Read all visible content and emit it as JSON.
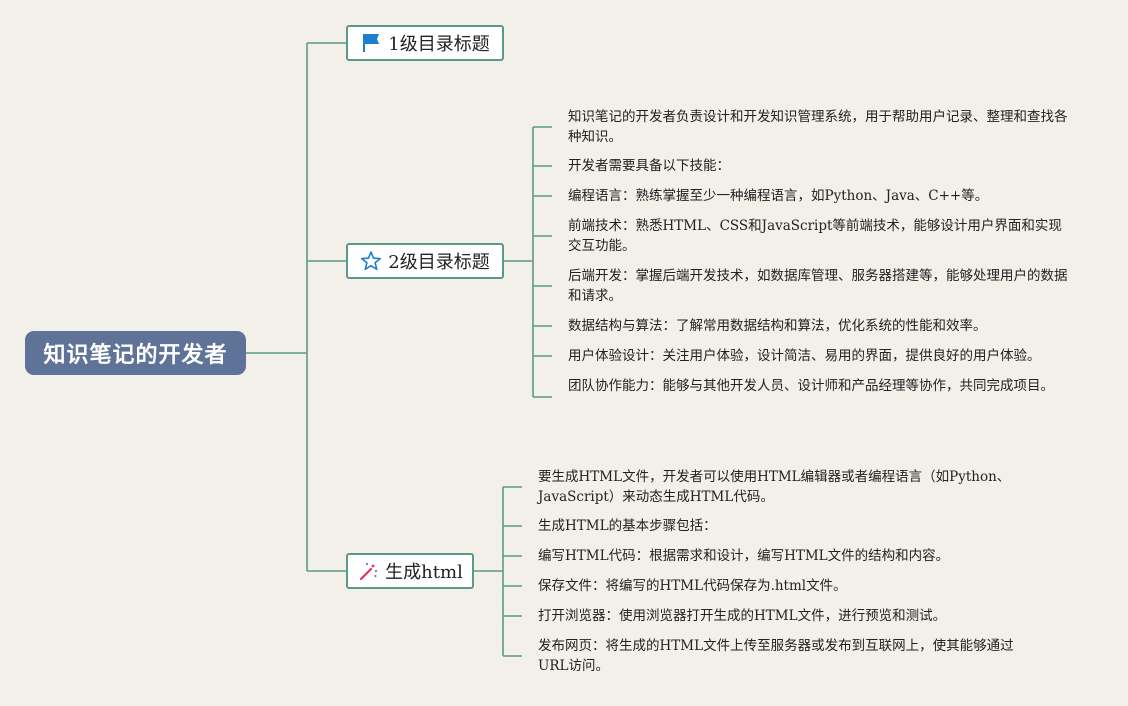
{
  "colors": {
    "background": "#f3efe9",
    "root": "#5f7398",
    "line": "#5b9a87"
  },
  "root": {
    "label": "知识笔记的开发者"
  },
  "branches": [
    {
      "label": "1级目录标题",
      "icon": "flag-icon",
      "leaves": []
    },
    {
      "label": "2级目录标题",
      "icon": "star-icon",
      "leaves": [
        "知识笔记的开发者负责设计和开发知识管理系统，用于帮助用户记录、整理和查找各种知识。",
        "开发者需要具备以下技能：",
        "编程语言：熟练掌握至少一种编程语言，如Python、Java、C++等。",
        "前端技术：熟悉HTML、CSS和JavaScript等前端技术，能够设计用户界面和实现交互功能。",
        "后端开发：掌握后端开发技术，如数据库管理、服务器搭建等，能够处理用户的数据和请求。",
        "数据结构与算法：了解常用数据结构和算法，优化系统的性能和效率。",
        "用户体验设计：关注用户体验，设计简洁、易用的界面，提供良好的用户体验。",
        "团队协作能力：能够与其他开发人员、设计师和产品经理等协作，共同完成项目。"
      ]
    },
    {
      "label": "生成html",
      "icon": "magic-wand-icon",
      "leaves": [
        "要生成HTML文件，开发者可以使用HTML编辑器或者编程语言（如Python、JavaScript）来动态生成HTML代码。",
        "生成HTML的基本步骤包括：",
        "编写HTML代码：根据需求和设计，编写HTML文件的结构和内容。",
        "保存文件：将编写的HTML代码保存为.html文件。",
        "打开浏览器：使用浏览器打开生成的HTML文件，进行预览和测试。",
        "发布网页：将生成的HTML文件上传至服务器或发布到互联网上，使其能够通过URL访问。"
      ]
    }
  ]
}
